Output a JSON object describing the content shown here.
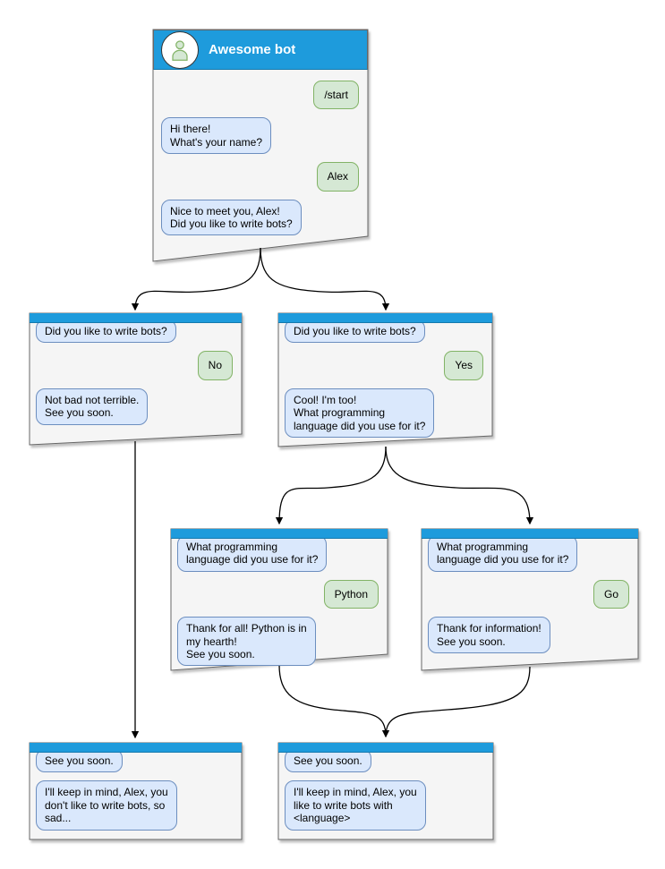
{
  "colors": {
    "header_blue": "#1E9BDC",
    "window_bg": "#F5F5F5",
    "window_border": "#666666",
    "bot_bubble_bg": "#DAE8FC",
    "bot_bubble_border": "#6C8EBF",
    "user_bubble_bg": "#D5E8D4",
    "user_bubble_border": "#82B366",
    "title_text": "#FFFFFF",
    "avatar_bg": "#FFFFFF",
    "avatar_border": "#333333",
    "person_icon_fill": "#D5E8D4",
    "person_icon_stroke": "#82B366",
    "arrow": "#000000"
  },
  "windows": {
    "root": {
      "title": "Awesome bot",
      "avatar_icon": "person-icon",
      "messages": [
        {
          "from": "user",
          "text": "/start"
        },
        {
          "from": "bot",
          "text": "Hi there!\nWhat's your name?"
        },
        {
          "from": "user",
          "text": "Alex"
        },
        {
          "from": "bot",
          "text": "Nice to meet you, Alex!\nDid you like to write bots?"
        }
      ]
    },
    "branch_no": {
      "messages": [
        {
          "from": "bot",
          "text": "Did you like to write bots?"
        },
        {
          "from": "user",
          "text": "No"
        },
        {
          "from": "bot",
          "text": "Not bad not terrible.\nSee you soon."
        }
      ]
    },
    "branch_yes": {
      "messages": [
        {
          "from": "bot",
          "text": "Did you like to write bots?"
        },
        {
          "from": "user",
          "text": "Yes"
        },
        {
          "from": "bot",
          "text": "Cool! I'm too!\nWhat programming\nlanguage did you use for it?"
        }
      ]
    },
    "branch_python": {
      "messages": [
        {
          "from": "bot",
          "text": "What programming\nlanguage did you use for it?"
        },
        {
          "from": "user",
          "text": "Python"
        },
        {
          "from": "bot",
          "text": "Thank for all! Python is in\nmy hearth!\nSee you soon."
        }
      ]
    },
    "branch_go": {
      "messages": [
        {
          "from": "bot",
          "text": "What programming\nlanguage did you use for it?"
        },
        {
          "from": "user",
          "text": "Go"
        },
        {
          "from": "bot",
          "text": "Thank for information!\nSee you soon."
        }
      ]
    },
    "end_no": {
      "messages": [
        {
          "from": "bot",
          "text": "See you soon."
        },
        {
          "from": "bot",
          "text": "I'll keep in mind, Alex, you\ndon't like to write bots, so\nsad..."
        }
      ]
    },
    "end_yes": {
      "messages": [
        {
          "from": "bot",
          "text": "See you soon."
        },
        {
          "from": "bot",
          "text": "I'll keep in mind, Alex, you\nlike to write bots with\n<language>"
        }
      ]
    }
  }
}
